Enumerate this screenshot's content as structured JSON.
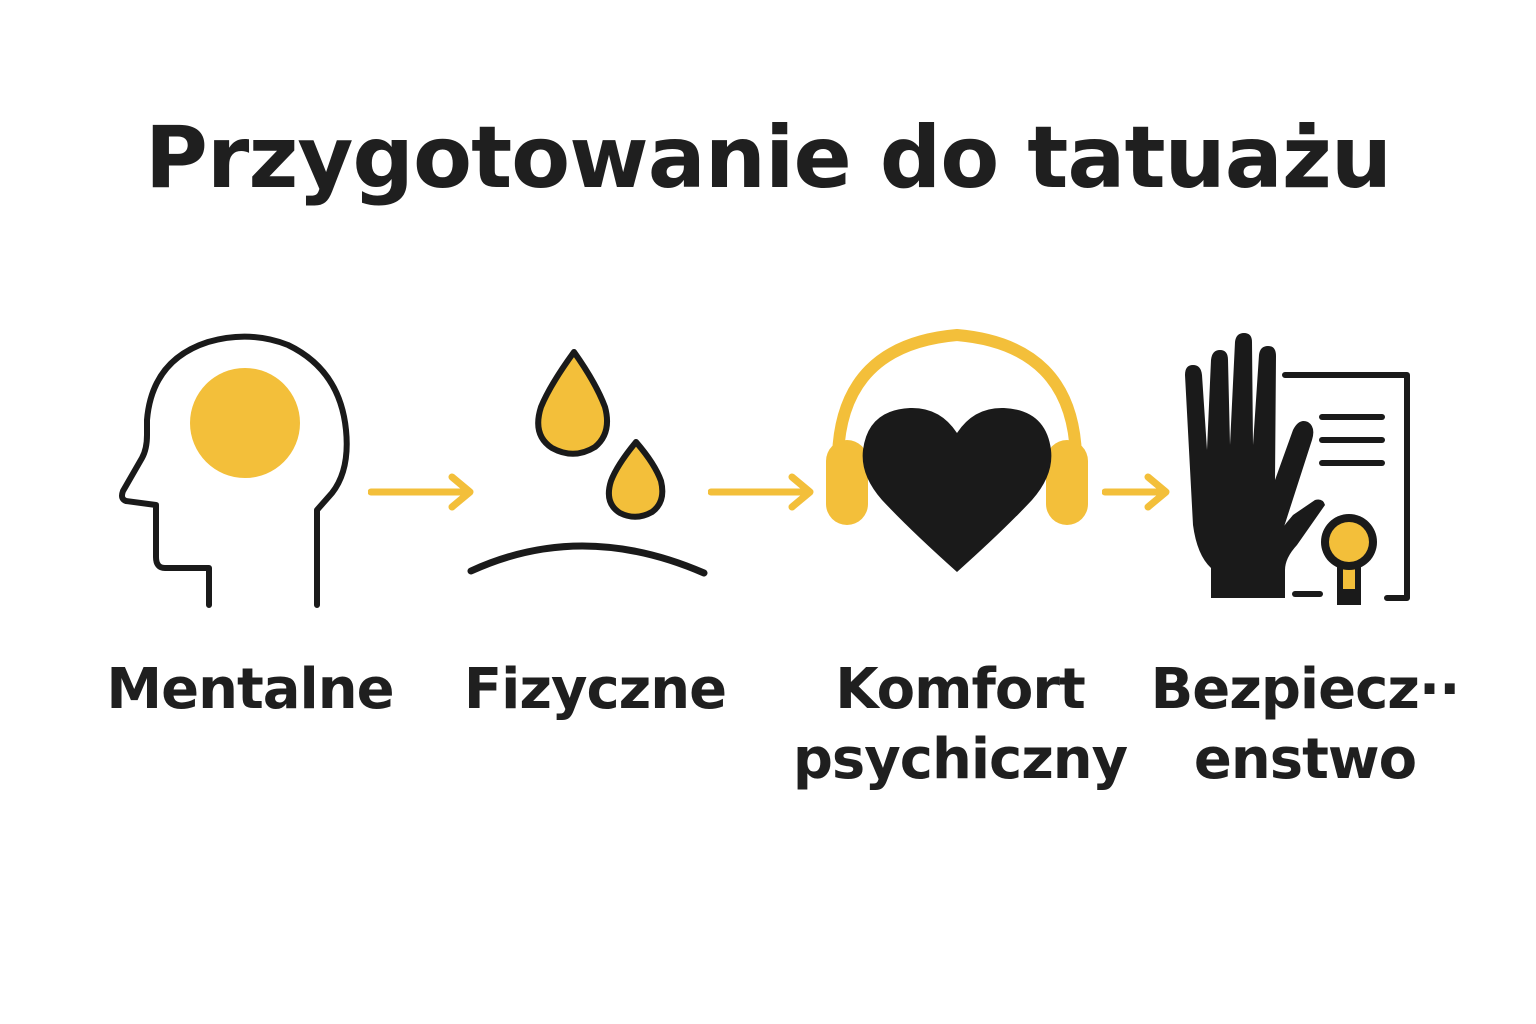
{
  "title": "Przygotowanie do tatuażu",
  "colors": {
    "accent": "#f3bf3a",
    "ink": "#1a1a1a",
    "background": "#ffffff"
  },
  "steps": [
    {
      "icon": "head-mind-icon",
      "lines": [
        "Mentalne"
      ]
    },
    {
      "icon": "water-drops-skin-icon",
      "lines": [
        "Fizyczne"
      ]
    },
    {
      "icon": "heart-headphones-icon",
      "lines": [
        "Komfort",
        "psychiczny"
      ]
    },
    {
      "icon": "hand-certificate-icon",
      "lines": [
        "Bezpiecz··",
        "enstwo"
      ]
    }
  ]
}
